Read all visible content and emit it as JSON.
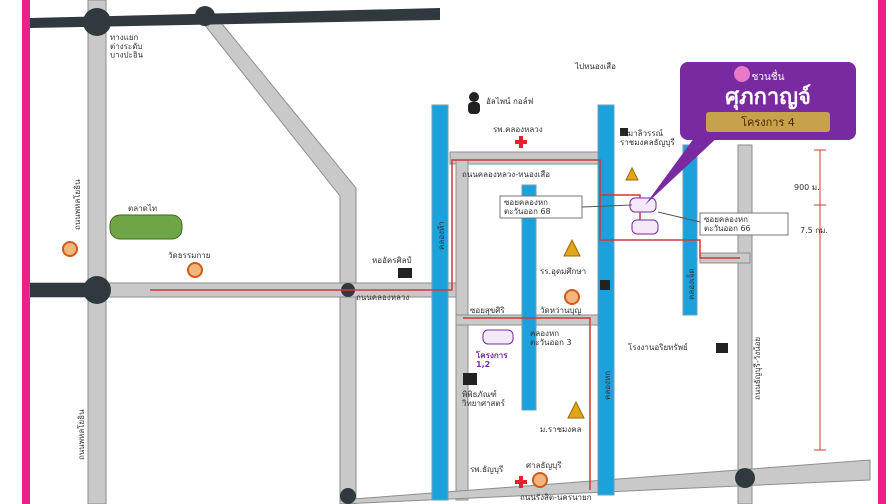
{
  "colors": {
    "frame": "#e8208a",
    "road": "#c9c9c9",
    "road_edge": "#8d8d8d",
    "highway": "#303a3e",
    "canal": "#1ba2dc",
    "route": "#d0393a",
    "logo_purple": "#7a2aa0",
    "logo_gold": "#c7a24a"
  },
  "logo": {
    "line1": "ชวนชื่น",
    "line2": "ศุภกาญจ์",
    "badge": "โครงการ 4"
  },
  "labels": {
    "to_nong_suea": "ไปหนองเสือ",
    "alpine_golf": "อัลไพน์ กอล์ฟ",
    "hospital_khlong_luang": "รพ.คลองหลวง",
    "road_khlong_luang_nong_suea": "ถนนคลองหลวง-หนองเสือ",
    "soi_66": "ซอยคลองหก\nตะวันออก 66",
    "soi_68": "ซอยคลองหก\nตะวันออก 68",
    "rmutt": "ม.มาลิวรรณ์\nราชมงคลธัญบุรี",
    "rr_uthai": "รร.อุดมศึกษา",
    "wat_lam_bua": "วัดหว่านบุญ",
    "soi_5_east": "คลองหก\nตะวันออก 3",
    "wat_thammakai": "วัดธรรมกาย",
    "talad_thai": "ตลาดไท",
    "intersection": "ทางแยก\nต่างระดับ\nบางปะอิน",
    "phahonyothin": "ถนนพหลโยธิน",
    "khlong_luang_rd": "ถนนคลองหลวง",
    "hor_art": "หออัครศิลป์",
    "soi_suksiri": "ซอยสุขศิริ",
    "project_12": "โครงการ\n1,2",
    "museum": "พิพิธภัณฑ์\nวิทยาศาสตร์",
    "rajamangala": "ม.ราชมงคล",
    "factory": "โรงงานอริยทรัพย์",
    "hospital_thanyaburi": "รพ.ธัญบุรี",
    "thanyaburi_court": "ศาลธัญบุรี",
    "rangsit_nakhon_nayok": "ถนนรังสิต-นครนายก",
    "thanyaburi_wang_noi": "ถนนธัญบุรี-วังน้อย",
    "dist_900": "900 ม.",
    "dist_75": "7.5 กม.",
    "khlong_6": "คลองหก",
    "khlong_5": "คลองห้า",
    "khlong_7": "คลองเจ็ด",
    "phahon_side": "ถนนพหลโยธิน"
  }
}
